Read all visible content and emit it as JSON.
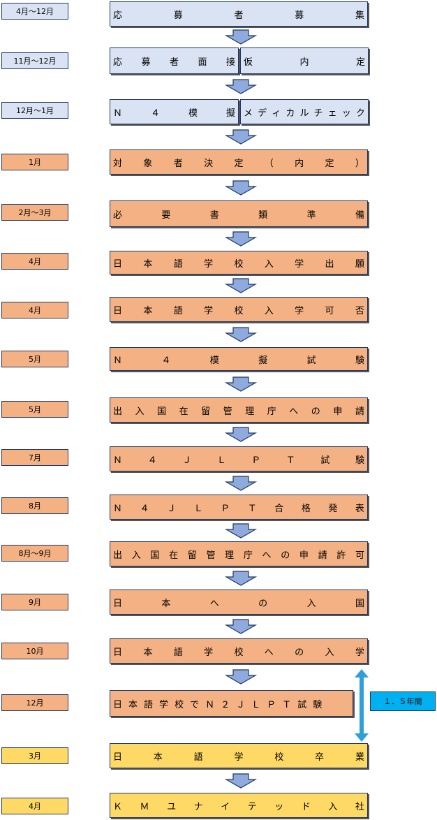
{
  "rows": [
    {
      "date": "4月〜12月",
      "boxes": [
        "応募者募集"
      ],
      "color": "blue"
    },
    {
      "date": "11月〜12月",
      "boxes": [
        "応募者面接",
        "仮内定"
      ],
      "color": "blue"
    },
    {
      "date": "12月〜1月",
      "boxes": [
        "Ｎ４模擬",
        "メディカルチェック"
      ],
      "color": "blue"
    },
    {
      "date": "1月",
      "boxes": [
        "対象者決定（内定）"
      ],
      "color": "orange"
    },
    {
      "date": "2月〜3月",
      "boxes": [
        "必要書類準備"
      ],
      "color": "orange"
    },
    {
      "date": "4月",
      "boxes": [
        "日本語学校入学出願"
      ],
      "color": "orange"
    },
    {
      "date": "4月",
      "boxes": [
        "日本語学校入学可否"
      ],
      "color": "orange"
    },
    {
      "date": "5月",
      "boxes": [
        "Ｎ４模擬試験"
      ],
      "color": "orange"
    },
    {
      "date": "5月",
      "boxes": [
        "出入国在留管理庁への申請"
      ],
      "color": "orange"
    },
    {
      "date": "7月",
      "boxes": [
        "Ｎ４ＪＬＰＴ試験"
      ],
      "color": "orange"
    },
    {
      "date": "8月",
      "boxes": [
        "Ｎ４ＪＬＰＴ合格発表"
      ],
      "color": "orange"
    },
    {
      "date": "8月〜9月",
      "boxes": [
        "出入国在留管理庁への申請許可"
      ],
      "color": "orange"
    },
    {
      "date": "9月",
      "boxes": [
        "日本への入国"
      ],
      "color": "orange"
    },
    {
      "date": "10月",
      "boxes": [
        "日本語学校への入学"
      ],
      "color": "orange"
    },
    {
      "date": "12月",
      "boxes": [
        "日本語学校でＮ２ＪＬＰＴ試験"
      ],
      "color": "orange"
    },
    {
      "date": "3月",
      "boxes": [
        "日本語学校卒業"
      ],
      "color": "yellow"
    },
    {
      "date": "4月",
      "boxes": [
        "ＫＭユナイテッド入社"
      ],
      "color": "yellow"
    }
  ],
  "side_note": "１．５年間",
  "colors": {
    "blue": "#dae3f3",
    "orange": "#f4b183",
    "yellow": "#ffd966",
    "cyan": "#00b0f0",
    "border": "#1f3864"
  }
}
